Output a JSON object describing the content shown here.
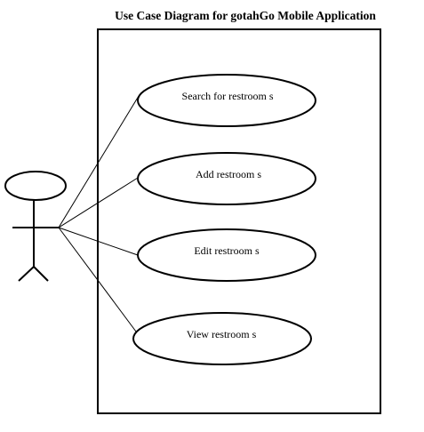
{
  "diagram": {
    "title": "Use Case Diagram for gotahGo Mobile Application",
    "use_cases": [
      {
        "label": "Search for restroom s"
      },
      {
        "label": "Add restroom s"
      },
      {
        "label": "Edit restroom s"
      },
      {
        "label": "View restroom s"
      }
    ]
  }
}
